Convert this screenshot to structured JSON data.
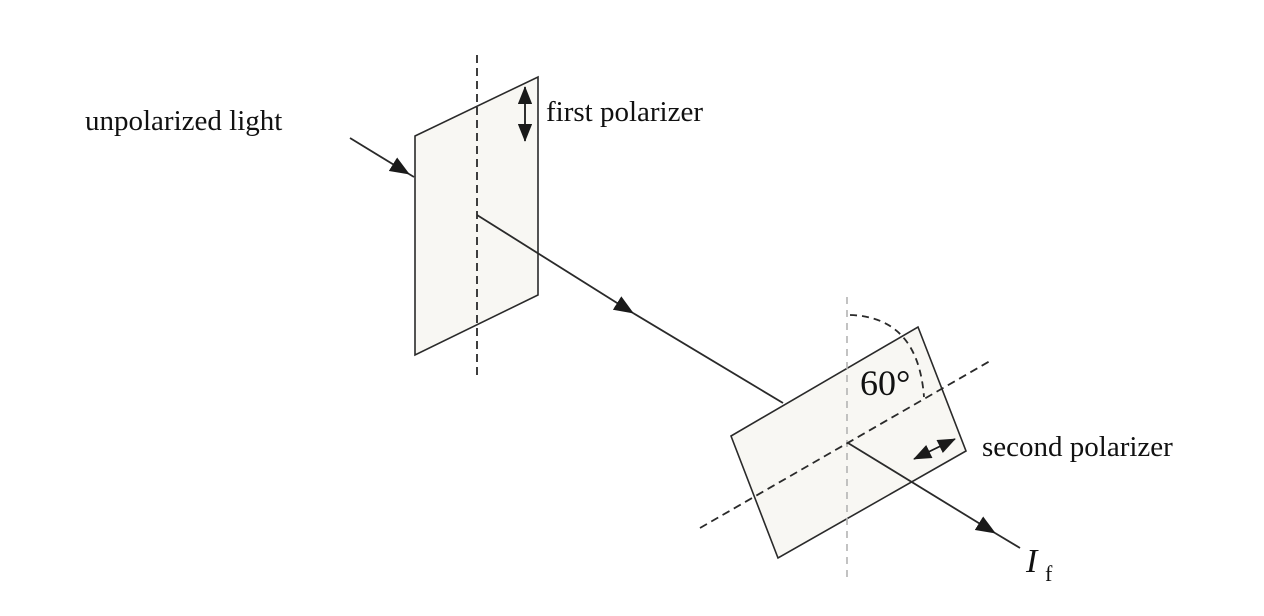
{
  "diagram": {
    "labels": {
      "unpolarized_light": "unpolarized light",
      "first_polarizer": "first polarizer",
      "second_polarizer": "second polarizer",
      "angle": "60°",
      "output_symbol": "I",
      "output_subscript": "f"
    },
    "angle_between_axes_deg": 60,
    "first_polarizer_axis": "vertical",
    "colors": {
      "line": "#2a2a2a",
      "panel_fill": "#f8f7f3",
      "reference_dashed": "#b4b4b4",
      "text": "#111111"
    }
  }
}
